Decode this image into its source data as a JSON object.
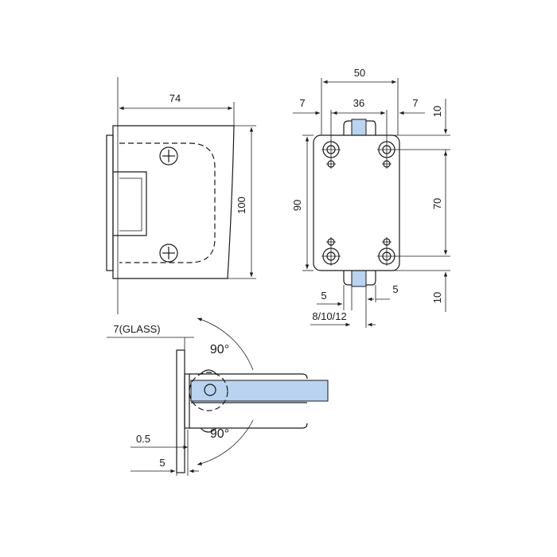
{
  "side_view": {
    "width_label": "74",
    "height_label": "100"
  },
  "front_view": {
    "total_width_label": "50",
    "left_margin_label": "7",
    "hole_spacing_label": "36",
    "right_margin_label": "7",
    "top_offset_label": "10",
    "plate_height_label": "90",
    "hole_distance_label": "70",
    "bottom_offset_label": "10",
    "slot_left_label": "5",
    "slot_right_label": "5",
    "glass_options_label": "8/10/12"
  },
  "plan_view": {
    "glass_label": "7(GLASS)",
    "angle_top_label": "90°",
    "angle_bottom_label": "90°",
    "gap_label": "0.5",
    "plate_label": "5"
  },
  "colors": {
    "glass": "#b9d3f0",
    "line": "#1a1a1a"
  }
}
